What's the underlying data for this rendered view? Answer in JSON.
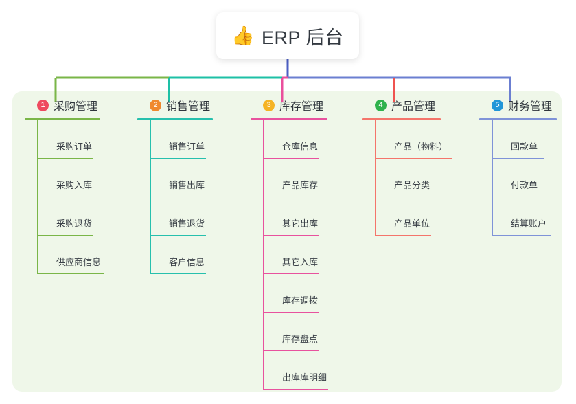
{
  "root": {
    "icon": "thumbs-up-icon",
    "icon_glyph": "👍",
    "label": "ERP 后台"
  },
  "colors": {
    "panel_bg": "#eff7e9",
    "page_bg": "#ffffff",
    "root_stem": "#4c5fc4",
    "text_primary": "#2f353c",
    "text_leaf": "#3b4148"
  },
  "columns": [
    {
      "number": "1",
      "title": "采购管理",
      "badge_color": "#ee4a5f",
      "line_color": "#7ab648",
      "connector_color": "#7ab648",
      "items": [
        {
          "label": "采购订单",
          "rule_width": 82
        },
        {
          "label": "采购入库",
          "rule_width": 82
        },
        {
          "label": "采购退货",
          "rule_width": 82
        },
        {
          "label": "供应商信息",
          "rule_width": 98
        }
      ]
    },
    {
      "number": "2",
      "title": "销售管理",
      "badge_color": "#f0892f",
      "line_color": "#27c0ad",
      "connector_color": "#1ec0a6",
      "items": [
        {
          "label": "销售订单",
          "rule_width": 82
        },
        {
          "label": "销售出库",
          "rule_width": 82
        },
        {
          "label": "销售退货",
          "rule_width": 82
        },
        {
          "label": "客户信息",
          "rule_width": 82
        }
      ]
    },
    {
      "number": "3",
      "title": "库存管理",
      "badge_color": "#f5b324",
      "line_color": "#e8529e",
      "connector_color": "#ea4f9c",
      "items": [
        {
          "label": "仓库信息",
          "rule_width": 82
        },
        {
          "label": "产品库存",
          "rule_width": 82
        },
        {
          "label": "其它出库",
          "rule_width": 82
        },
        {
          "label": "其它入库",
          "rule_width": 82
        },
        {
          "label": "库存调拨",
          "rule_width": 82
        },
        {
          "label": "库存盘点",
          "rule_width": 82
        },
        {
          "label": "出库库明细",
          "rule_width": 95
        }
      ]
    },
    {
      "number": "4",
      "title": "产品管理",
      "badge_color": "#2fb24c",
      "line_color": "#f4756b",
      "connector_color": "#ef5350",
      "items": [
        {
          "label": "产品（物料）",
          "rule_width": 112
        },
        {
          "label": "产品分类",
          "rule_width": 82
        },
        {
          "label": "产品单位",
          "rule_width": 82
        }
      ]
    },
    {
      "number": "5",
      "title": "财务管理",
      "badge_color": "#2196d8",
      "line_color": "#7f93d8",
      "connector_color": "#6b7fd1",
      "items": [
        {
          "label": "回款单",
          "rule_width": 76
        },
        {
          "label": "付款单",
          "rule_width": 76
        },
        {
          "label": "结算账户",
          "rule_width": 86
        }
      ]
    }
  ]
}
